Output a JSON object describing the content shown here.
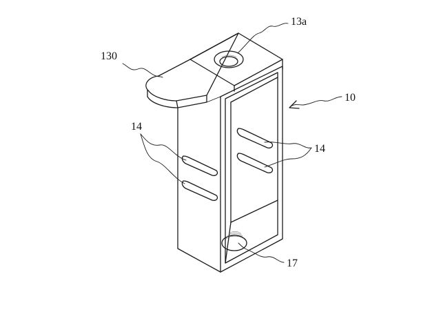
{
  "figure": {
    "labels": {
      "tab": "130",
      "hole": "13a",
      "body": "10",
      "slot_left": "14",
      "slot_right": "14",
      "bottom_hole": "17"
    }
  }
}
